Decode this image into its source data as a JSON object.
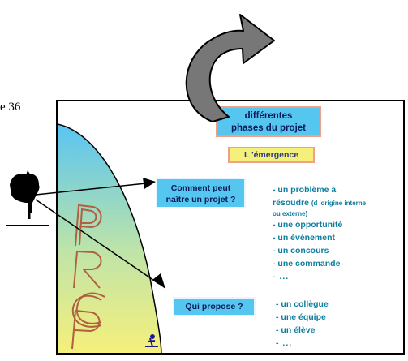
{
  "page_label": "e 36",
  "slide": {
    "title": [
      "différentes",
      "phases du projet"
    ],
    "emergence_label": "L 'émergence",
    "question_1": [
      "Comment peut",
      "naître un projet ?"
    ],
    "list_1": {
      "item_1_line1": "- un problème à",
      "item_1_line2a": "résoudre ",
      "item_1_line2b": "(d 'origine interne",
      "item_1_line3": "ou externe)",
      "item_2": "- une opportunité",
      "item_3": "- un événement",
      "item_4": "- un concours",
      "item_5": "- une commande",
      "item_6": "- ..."
    },
    "question_2": "Qui propose  ?",
    "list_2": [
      "- un collègue",
      "- une équipe",
      "- un élève",
      "- ..."
    ],
    "side_letters": [
      "P",
      "R",
      "C",
      "P"
    ]
  },
  "colors": {
    "blue_box": "#55c6f0",
    "yellow_box": "#f5f07a",
    "box_border": "#f0a088",
    "list_text": "#0e7e9e"
  },
  "icons": [
    "curved-arrow-icon",
    "pointing-hand-icon",
    "small-runner-icon"
  ]
}
